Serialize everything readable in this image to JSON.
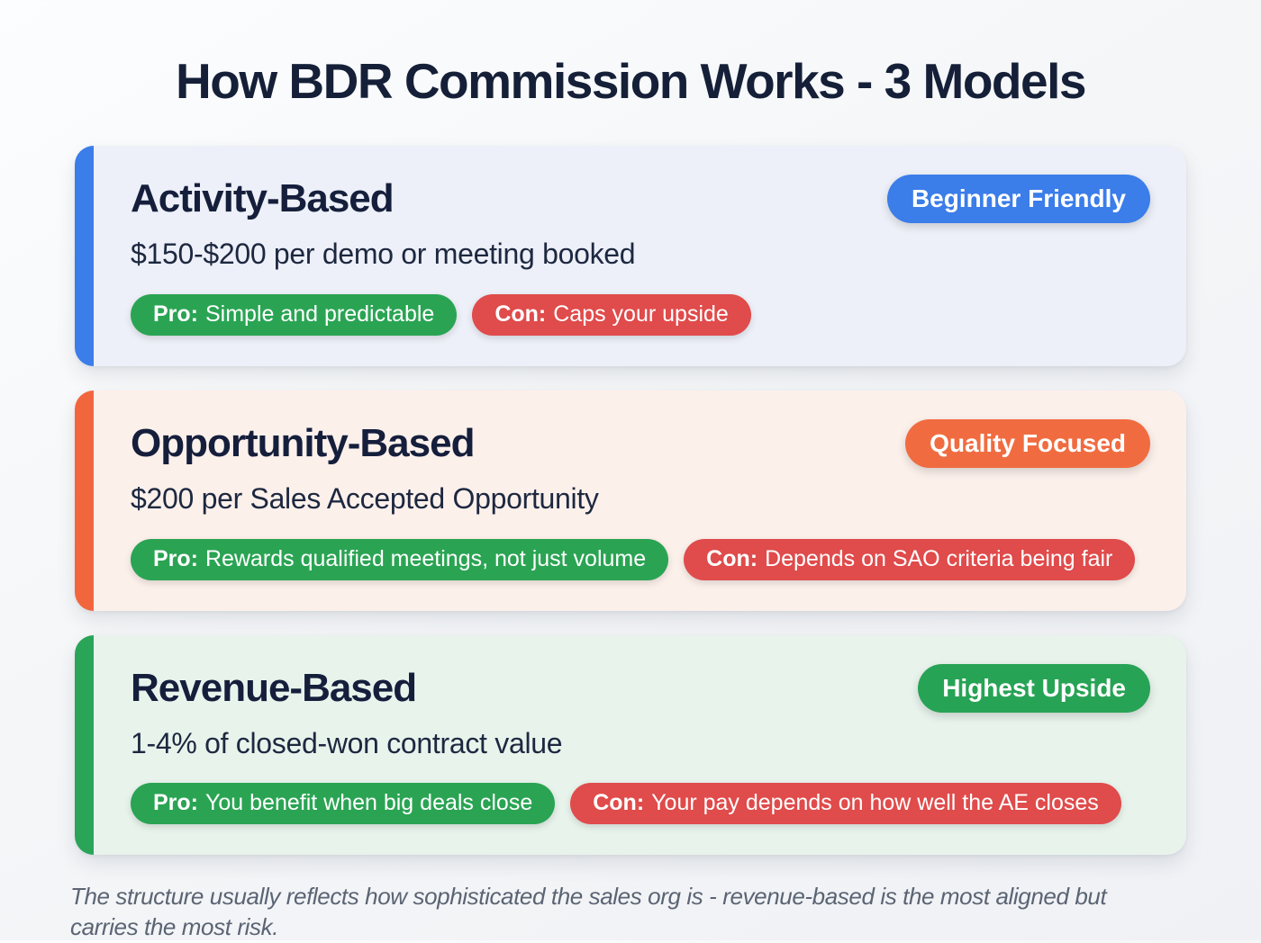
{
  "title": "How BDR Commission Works - 3 Models",
  "cards": [
    {
      "name": "Activity-Based",
      "badge": "Beginner Friendly",
      "description": "$150-$200 per demo or meeting booked",
      "pro_label": "Pro:",
      "pro_text": "Simple and predictable",
      "con_label": "Con:",
      "con_text": "Caps your upside",
      "accent_color": "#3b7de9",
      "badge_color": "#3b7de9",
      "card_bg": "#edf0f8"
    },
    {
      "name": "Opportunity-Based",
      "badge": "Quality Focused",
      "description": "$200 per Sales Accepted Opportunity",
      "pro_label": "Pro:",
      "pro_text": "Rewards qualified meetings, not just volume",
      "con_label": "Con:",
      "con_text": "Depends on SAO criteria being fair",
      "accent_color": "#f2663e",
      "badge_color": "#f06c40",
      "card_bg": "#fcf0eb"
    },
    {
      "name": "Revenue-Based",
      "badge": "Highest Upside",
      "description": "1-4% of closed-won contract value",
      "pro_label": "Pro:",
      "pro_text": "You benefit when big deals close",
      "con_label": "Con:",
      "con_text": "Your pay depends on how well the AE closes",
      "accent_color": "#2aa558",
      "badge_color": "#27a355",
      "card_bg": "#e8f3ec"
    }
  ],
  "colors": {
    "pro_pill": "#2aa453",
    "con_pill": "#e04b4b",
    "heading": "#152038"
  },
  "footer_note": "The structure usually reflects how sophisticated the sales org is - revenue-based is the most aligned but\ncarries the most risk."
}
